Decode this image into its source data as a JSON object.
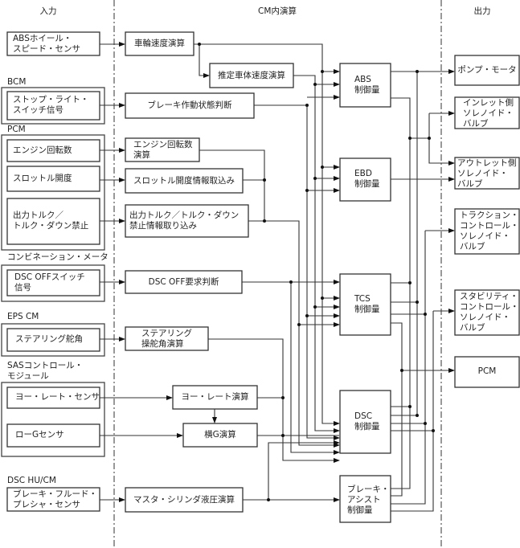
{
  "headers": {
    "input": "入力",
    "cm": "CM内演算",
    "output": "出力"
  },
  "groups": {
    "bcm": "BCM",
    "pcm": "PCM",
    "meter": "コンビネーション・メータ",
    "eps": "EPS CM",
    "sas": "SASコントロール・\nモジュール",
    "dsc_hu": "DSC HU/CM"
  },
  "inputs": {
    "abs_wheel_sensor": "ABSホイール・\nスピード・センサ",
    "stop_light": "ストップ・ライト・\nスイッチ信号",
    "engine_speed": "エンジン回転数",
    "throttle": "スロットル開度",
    "torque_down": "出力トルク／\nトルク・ダウン禁止",
    "dsc_off_switch": "DSC OFFスイッチ\n信号",
    "steering_angle": "ステアリング舵角",
    "yaw_rate_sensor": "ヨー・レート・センサ",
    "lateral_g_sensor": "ローGセンサ",
    "brake_fluid_sensor": "ブレーキ・フルード・\nプレシャ・センサ"
  },
  "calcs": {
    "wheel_speed": "車輪速度演算",
    "vehicle_speed": "推定車体速度演算",
    "brake_state": "ブレーキ作動状態判断",
    "engine_speed_calc": "エンジン回転数\n演算",
    "throttle_info": "スロットル開度情報取込み",
    "torque_info": "出力トルク／トルク・ダウン\n禁止情報取り込み",
    "dsc_off_judge": "DSC OFF要求判断",
    "steering_calc": "ステアリング\n操舵角演算",
    "yaw_rate_calc": "ヨー・レート演算",
    "lateral_g_calc": "横G演算",
    "master_cyl_calc": "マスタ・シリンダ液圧演算"
  },
  "controls": {
    "abs": "ABS\n制御量",
    "ebd": "EBD\n制御量",
    "tcs": "TCS\n制御量",
    "dsc": "DSC\n制御量",
    "brake_assist": "ブレーキ・\nアシスト\n制御量"
  },
  "outputs": {
    "pump_motor": "ポンプ・モータ",
    "inlet_valve": "インレット側\nソレノイド・\nバルブ",
    "outlet_valve": "アウトレット側\nソレノイド・\nバルブ",
    "tc_valve": "トラクション・\nコントロール・\nソレノイド・\nバルブ",
    "sc_valve": "スタビリティ・\nコントロール・\nソレノイド・\nバルブ",
    "pcm": "PCM"
  }
}
